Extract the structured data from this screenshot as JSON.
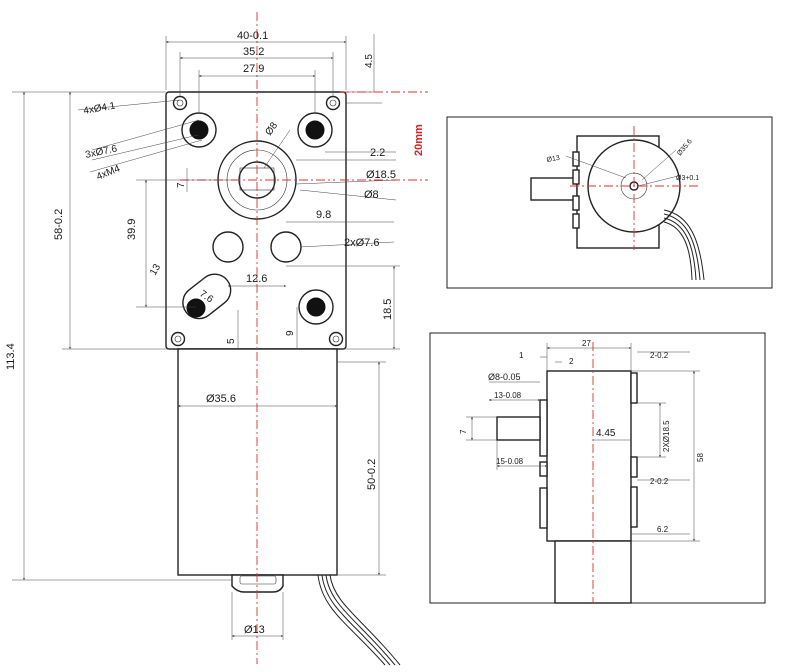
{
  "main_view": {
    "dims": {
      "width_total": "40-0.1",
      "width_holes": "35.2",
      "width_inner": "27.9",
      "top_offset": "4.5",
      "holes_small": "4xØ4.1",
      "holes_mount": "3xØ7.6",
      "threads": "4xM4",
      "shaft_dia": "Ø8",
      "shaft_dia_2": "Ø8",
      "boss_dia": "Ø18.5",
      "offset_22": "2.2",
      "flat_7": "7",
      "height_box": "58-0.2",
      "height_399": "39.9",
      "height_13": "13",
      "slot_76": "7.6",
      "dist_98": "9.8",
      "holes_2x": "2xØ7.6",
      "dist_126": "12.6",
      "height_185": "18.5",
      "dist_9": "9",
      "dist_5": "5",
      "motor_dia": "Ø35.6",
      "motor_len": "50-0.2",
      "total_len": "113.4",
      "cap_dia": "Ø13",
      "red_label": "20mm"
    }
  },
  "bottom_view": {
    "dims": {
      "d13": "Ø13",
      "d356": "Ø35.6",
      "d3": "Ø3+0.1"
    }
  },
  "side_view": {
    "dims": {
      "d1": "1",
      "d2": "2",
      "d27": "27",
      "d202a": "2-0.2",
      "d805": "Ø8-0.05",
      "d13": "13-0.08",
      "d7": "7",
      "d445": "4.45",
      "d2x185": "2XØ18.5",
      "d58": "58",
      "d15": "15-0.08",
      "d202b": "2-0.2",
      "d62": "6.2"
    }
  }
}
